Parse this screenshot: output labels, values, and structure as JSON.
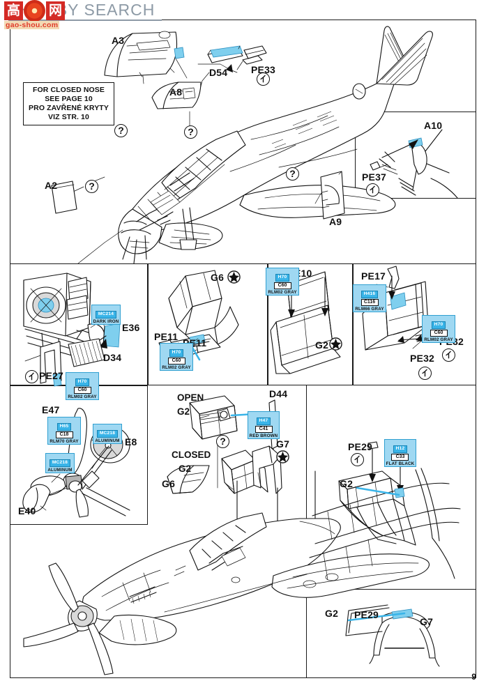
{
  "document": {
    "page_number": "9",
    "sheet_type": "model-kit-assembly-instructions"
  },
  "watermark": {
    "brand_text": "HOBBY SEARCH",
    "url": "gao-shou.com",
    "cn_char_1": "高",
    "cn_char_2": "手",
    "cn_char_3": "网"
  },
  "notice": {
    "line1": "FOR CLOSED NOSE",
    "line2": "SEE PAGE 10",
    "line3": "PRO ZAVŘENÉ KRYTY",
    "line4": "VIZ STR. 10"
  },
  "steps": {
    "main_fuselage": {
      "labels": [
        {
          "id": "A3",
          "text": "A3"
        },
        {
          "id": "D54",
          "text": "D54"
        },
        {
          "id": "PE33",
          "text": "PE33"
        },
        {
          "id": "A8",
          "text": "A8"
        },
        {
          "id": "A2",
          "text": "A2"
        },
        {
          "id": "A9",
          "text": "A9"
        }
      ]
    },
    "tail_detail": {
      "labels": [
        {
          "id": "A10",
          "text": "A10"
        },
        {
          "id": "PE37",
          "text": "PE37"
        }
      ]
    },
    "engine_radiator": {
      "labels": [
        {
          "id": "E36",
          "text": "E36"
        },
        {
          "id": "D34",
          "text": "D34"
        },
        {
          "id": "PE27",
          "text": "PE27"
        }
      ],
      "paints": [
        {
          "code_top": "MC214",
          "code_mid": "",
          "name": "DARK IRON"
        },
        {
          "code_top": "H70",
          "code_mid": "C60",
          "name": "RLM02 GRAY"
        }
      ]
    },
    "radiator_flap": {
      "labels": [
        {
          "id": "G6",
          "text": "G6"
        },
        {
          "id": "PE11a",
          "text": "PE11"
        },
        {
          "id": "PE11b",
          "text": "PE11"
        }
      ],
      "paints": [
        {
          "code_top": "H70",
          "code_mid": "C60",
          "name": "RLM02 GRAY"
        }
      ]
    },
    "oil_cooler": {
      "labels": [
        {
          "id": "E10",
          "text": "E10"
        },
        {
          "id": "G2",
          "text": "G2"
        }
      ],
      "paints": [
        {
          "code_top": "H70",
          "code_mid": "C60",
          "name": "RLM02 GRAY"
        }
      ]
    },
    "pe_radiator": {
      "labels": [
        {
          "id": "PE17",
          "text": "PE17"
        },
        {
          "id": "PE32a",
          "text": "PE32"
        },
        {
          "id": "PE32b",
          "text": "PE32"
        }
      ],
      "paints": [
        {
          "code_top": "H416",
          "code_mid": "C116",
          "name": "RLM66 GRAY"
        },
        {
          "code_top": "H70",
          "code_mid": "C60",
          "name": "RLM02 GRAY"
        }
      ]
    },
    "propeller": {
      "labels": [
        {
          "id": "E47",
          "text": "E47"
        },
        {
          "id": "E8",
          "text": "E8"
        },
        {
          "id": "E40",
          "text": "E40"
        }
      ],
      "paints": [
        {
          "code_top": "H65",
          "code_mid": "C18",
          "name": "RLM70 GRAY"
        },
        {
          "code_top": "MC218",
          "code_mid": "",
          "name": "ALUMINUM"
        },
        {
          "code_top": "MC218",
          "code_mid": "",
          "name": "ALUMINUM"
        }
      ]
    },
    "cowl_options": {
      "open_label": "OPEN",
      "open_part": "G2",
      "closed_label": "CLOSED",
      "closed_part": "G2",
      "labels": [
        {
          "id": "D44",
          "text": "D44"
        },
        {
          "id": "G7",
          "text": "G7"
        },
        {
          "id": "G6",
          "text": "G6"
        }
      ],
      "paints": [
        {
          "code_top": "H47",
          "code_mid": "C41",
          "name": "RED BROWN"
        }
      ]
    },
    "landing_gear_bay": {
      "labels": [
        {
          "id": "PE29",
          "text": "PE29"
        },
        {
          "id": "G2",
          "text": "G2"
        }
      ],
      "paints": [
        {
          "code_top": "H12",
          "code_mid": "C33",
          "name": "FLAT BLACK"
        }
      ]
    },
    "gear_detail": {
      "labels": [
        {
          "id": "G2",
          "text": "G2"
        },
        {
          "id": "PE29",
          "text": "PE29"
        },
        {
          "id": "G7",
          "text": "G7"
        }
      ]
    }
  },
  "icons": {
    "question": "?",
    "bend_tool": "bend-arrow",
    "cut_star": "cut-star"
  },
  "colors": {
    "highlight_cyan": "#7fcfee",
    "callout_blue": "#39b4e8",
    "line_black": "#111111",
    "watermark_red": "#d42a25"
  }
}
